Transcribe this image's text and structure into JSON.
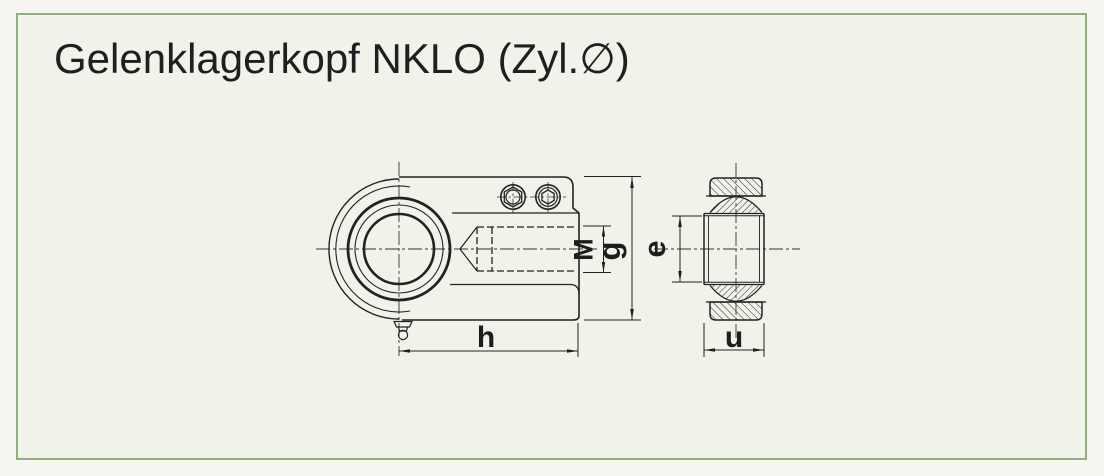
{
  "title": "Gelenklagerkopf NKLO (Zyl.∅)",
  "drawing": {
    "description": "Two-view technical drawing of a rod end with spherical plain bearing",
    "dims": {
      "thread": "M",
      "head_height": "g",
      "head_length": "h",
      "bore_diameter": "e",
      "ring_width": "u"
    }
  },
  "colors": {
    "frame_border": "#8fb07c",
    "paper": "#f1f2ea",
    "line": "#222222",
    "text": "#1f1f1f"
  }
}
